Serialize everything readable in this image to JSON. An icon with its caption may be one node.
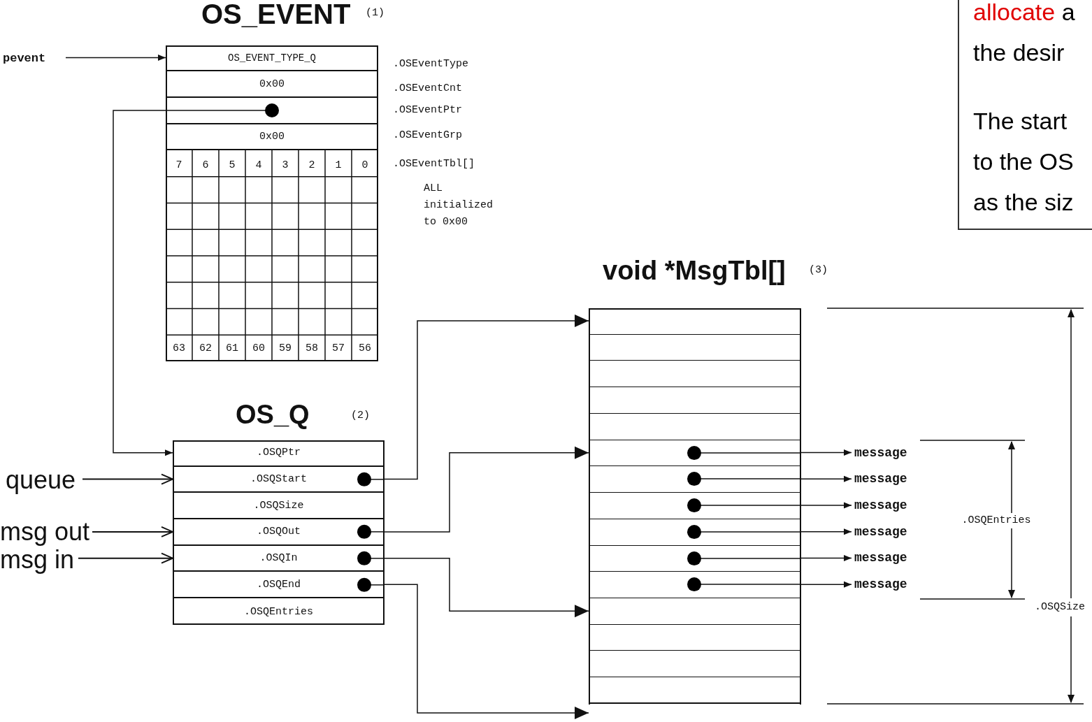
{
  "diagram": {
    "nodes": [
      {
        "text": [
          "OS_EVENT"
        ],
        "beside": [
          "(1)"
        ]
      },
      {
        "text": [
          "OS_EVENT_TYPE_Q"
        ],
        "in": 0,
        "beside": [
          ".OSEventType"
        ]
      },
      {
        "text": [
          "0x00"
        ],
        "in": 0,
        "beside": [
          ".OSEventCnt"
        ]
      },
      {
        "text": [],
        "shape": "box",
        "in": 0,
        "beside": [
          ".OSEventPtr"
        ]
      },
      {
        "text": [
          "0x00"
        ],
        "in": 0,
        "beside": [
          ".OSEventGrp"
        ]
      },
      {
        "text": [],
        "shape": "box",
        "in": 0,
        "beside": [
          ".OSEventTbl[]",
          "ALL initialized to 0x00"
        ]
      },
      {
        "text": [
          "pevent"
        ]
      },
      {
        "text": [
          "OS_Q"
        ],
        "beside": [
          "(2)"
        ]
      },
      {
        "text": [
          ".OSQPtr"
        ],
        "in": 7
      },
      {
        "text": [
          ".OSQStart"
        ],
        "in": 7
      },
      {
        "text": [
          ".OSQSize"
        ],
        "in": 7
      },
      {
        "text": [
          ".OSQOut"
        ],
        "in": 7
      },
      {
        "text": [
          ".OSQIn"
        ],
        "in": 7
      },
      {
        "text": [
          ".OSQEnd"
        ],
        "in": 7
      },
      {
        "text": [
          ".OSQEntries"
        ],
        "in": 7
      },
      {
        "text": [
          "queue"
        ]
      },
      {
        "text": [
          "msg out"
        ]
      },
      {
        "text": [
          "msg in"
        ]
      },
      {
        "text": [
          "void *MsgTbl[]"
        ],
        "beside": [
          "(3)"
        ]
      },
      {
        "text": [],
        "shape": "box",
        "in": 18
      },
      {
        "text": [],
        "shape": "box",
        "in": 18
      },
      {
        "text": [],
        "shape": "box",
        "in": 18
      },
      {
        "text": [],
        "shape": "box",
        "in": 18
      },
      {
        "text": [],
        "shape": "box",
        "in": 18
      },
      {
        "text": [],
        "shape": "box",
        "in": 18
      },
      {
        "text": [],
        "shape": "box",
        "in": 18
      },
      {
        "text": [],
        "shape": "box",
        "in": 18
      },
      {
        "text": [],
        "shape": "box",
        "in": 18
      },
      {
        "text": [],
        "shape": "box",
        "in": 18
      },
      {
        "text": [],
        "shape": "box",
        "in": 18
      },
      {
        "text": [],
        "shape": "box",
        "in": 18
      },
      {
        "text": [],
        "shape": "box",
        "in": 18
      },
      {
        "text": [],
        "shape": "box",
        "in": 18
      },
      {
        "text": [],
        "shape": "box",
        "in": 18
      },
      {
        "text": [
          "message"
        ]
      },
      {
        "text": [
          "message"
        ]
      },
      {
        "text": [
          "message"
        ]
      },
      {
        "text": [
          "message"
        ]
      },
      {
        "text": [
          "message"
        ]
      },
      {
        "text": [
          "message"
        ]
      },
      {
        "text": [
          "allocate",
          "a the desir",
          "The start to the OS as the siz"
        ]
      }
    ],
    "edges": [
      {
        "from": 6,
        "to": 1,
        "arrow": "to"
      },
      {
        "from": 3,
        "to": 8,
        "arrow": "to"
      },
      {
        "from": 9,
        "to": 19,
        "arrow": "to"
      },
      {
        "from": 11,
        "to": 24,
        "arrow": "to"
      },
      {
        "from": 12,
        "to": 30,
        "arrow": "to"
      },
      {
        "from": 13,
        "to": 18,
        "arrow": "to"
      },
      {
        "from": 15,
        "to": 9,
        "arrow": "to"
      },
      {
        "from": 16,
        "to": 11,
        "arrow": "to"
      },
      {
        "from": 17,
        "to": 12,
        "arrow": "to"
      },
      {
        "from": 24,
        "to": 34,
        "arrow": "to"
      },
      {
        "from": 25,
        "to": 35,
        "arrow": "to"
      },
      {
        "from": 26,
        "to": 36,
        "arrow": "to"
      },
      {
        "from": 27,
        "to": 37,
        "arrow": "to"
      },
      {
        "from": 28,
        "to": 38,
        "arrow": "to"
      },
      {
        "from": 29,
        "to": 39,
        "arrow": "to"
      }
    ],
    "labels": [
      "7",
      "6",
      "5",
      "4",
      "3",
      "2",
      "1",
      "0",
      "63",
      "62",
      "61",
      "60",
      "59",
      "58",
      "57",
      "56",
      ".OSQEntries",
      ".OSQSize"
    ]
  }
}
